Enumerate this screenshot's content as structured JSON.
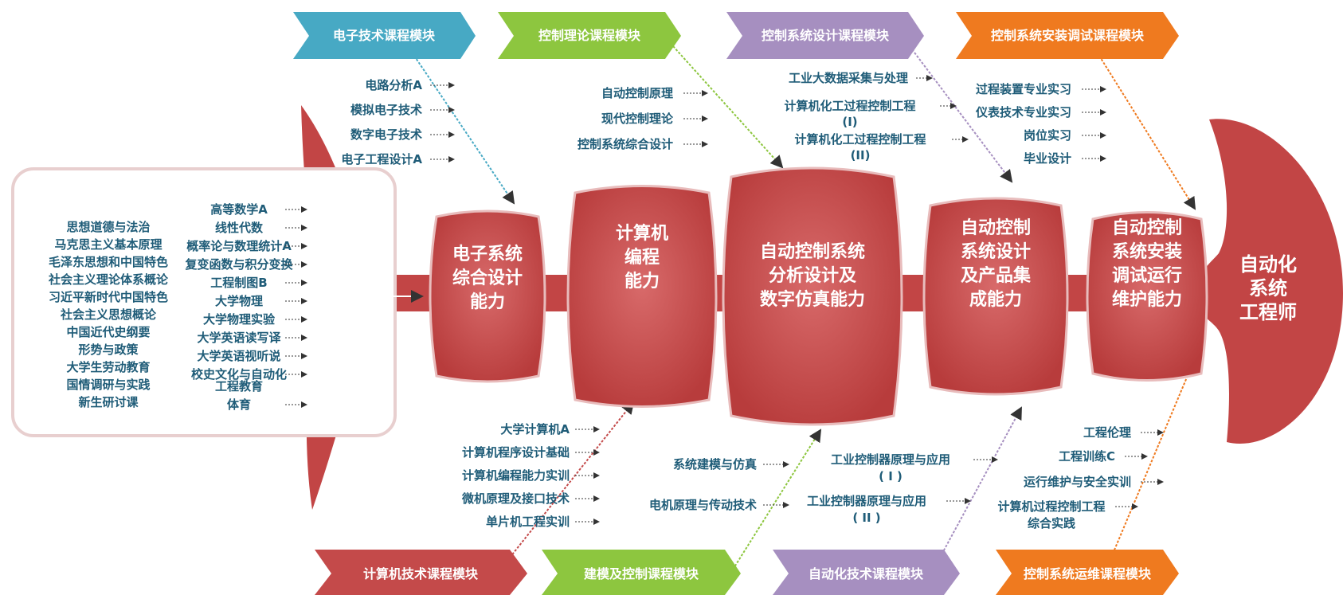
{
  "colors": {
    "fish": "#c24545",
    "node": "#cf5656",
    "cyan": "#47a9c4",
    "green": "#8dc63f",
    "purple": "#a68fc0",
    "orange": "#ef7a1f",
    "red": "#c44a4a",
    "text": "#1f5c78"
  },
  "base": {
    "title_lines": [
      "基础",
      "课程",
      "模块"
    ],
    "public_courses": [
      "思想道德与法治",
      "马克思主义基本原理",
      "毛泽东思想和中国特色",
      "社会主义理论体系概论",
      "习近平新时代中国特色",
      "社会主义思想概论",
      "中国近代史纲要",
      "形势与政策",
      "大学生劳动教育",
      "国情调研与实践",
      "新生研讨课"
    ],
    "basic_courses": [
      "高等数学A",
      "线性代数",
      "概率论与数理统计A",
      "复变函数与积分变换",
      "工程制图B",
      "大学物理",
      "大学物理实验",
      "大学英语读写译",
      "大学英语视听说",
      "校史文化与自动化",
      "工程教育",
      "体育"
    ]
  },
  "abilities": [
    {
      "lines": [
        "电子系统",
        "综合设计",
        "能力"
      ]
    },
    {
      "lines": [
        "计算机",
        "编程",
        "能力"
      ]
    },
    {
      "lines": [
        "自动控制系统",
        "分析设计及",
        "数字仿真能力"
      ]
    },
    {
      "lines": [
        "自动控制",
        "系统设计",
        "及产品集",
        "成能力"
      ]
    },
    {
      "lines": [
        "自动控制",
        "系统安装",
        "调试运行",
        "维护能力"
      ]
    }
  ],
  "goal": {
    "lines": [
      "自动化",
      "系统",
      "工程师"
    ]
  },
  "modules_top": [
    {
      "label": "电子技术课程模块",
      "courses": [
        "电路分析A",
        "模拟电子技术",
        "数字电子技术",
        "电子工程设计A"
      ]
    },
    {
      "label": "控制理论课程模块",
      "courses": [
        "自动控制原理",
        "现代控制理论",
        "控制系统综合设计"
      ]
    },
    {
      "label": "控制系统设计课程模块",
      "courses": [
        "工业大数据采集与处理",
        "计算机化工过程控制工程",
        "(I)",
        "计算机化工过程控制工程",
        "(II)"
      ]
    },
    {
      "label": "控制系统安装调试课程模块",
      "courses": [
        "过程装置专业实习",
        "仪表技术专业实习",
        "岗位实习",
        "毕业设计"
      ]
    }
  ],
  "modules_bottom": [
    {
      "label": "计算机技术课程模块",
      "courses": [
        "大学计算机A",
        "计算机程序设计基础",
        "计算机编程能力实训",
        "微机原理及接口技术",
        "单片机工程实训"
      ]
    },
    {
      "label": "建模及控制课程模块",
      "courses": [
        "系统建模与仿真",
        "电机原理与传动技术"
      ]
    },
    {
      "label": "自动化技术课程模块",
      "courses": [
        "工业控制器原理与应用",
        "( I )",
        "工业控制器原理与应用",
        "( II )"
      ]
    },
    {
      "label": "控制系统运维课程模块",
      "courses": [
        "工程伦理",
        "工程训练C",
        "运行维护与安全实训",
        "计算机过程控制工程",
        "综合实践"
      ]
    }
  ]
}
